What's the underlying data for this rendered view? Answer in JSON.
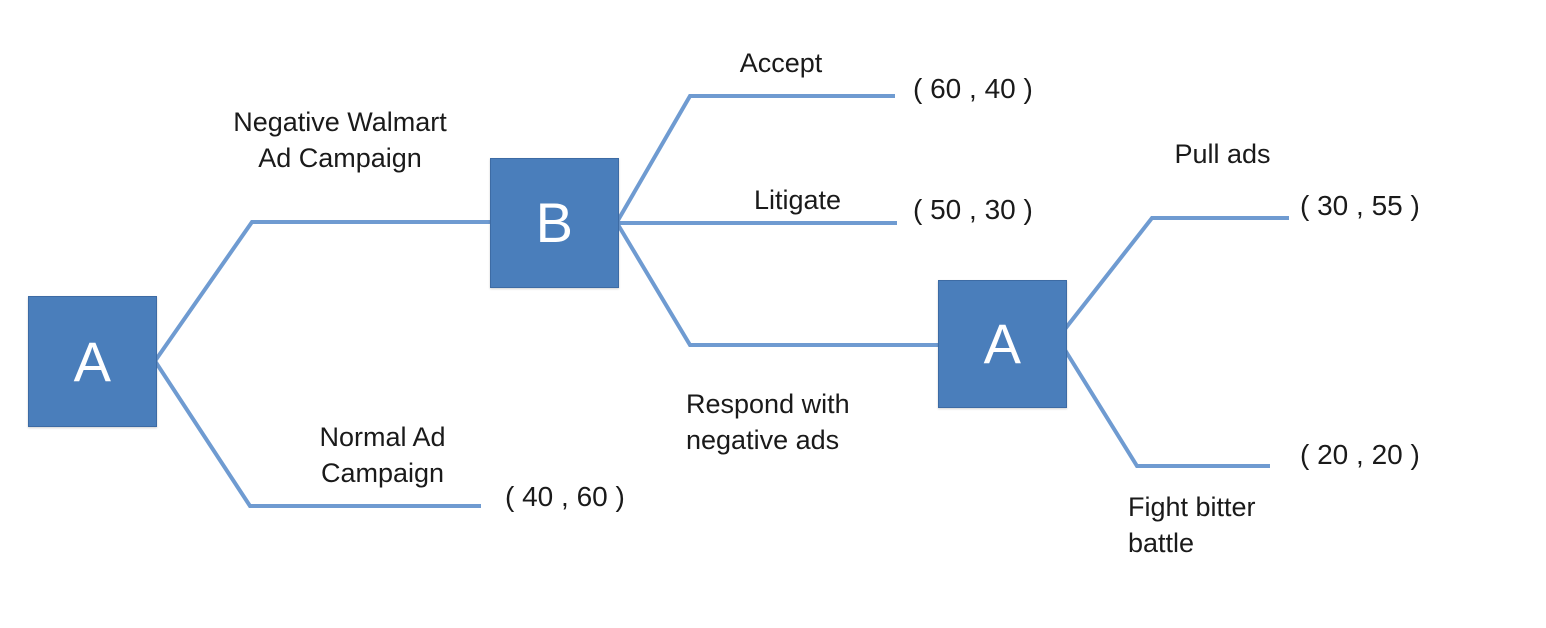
{
  "diagram": {
    "title": "Walmart advertising game extensive-form decision tree",
    "type": "decision-tree",
    "colors": {
      "node_fill": "#4a7ebb",
      "node_border": "#3d6ba4",
      "node_text": "#ffffff",
      "edge_line": "#6f9bd1",
      "label_text": "#1a1a1a",
      "background": "#ffffff"
    }
  },
  "nodes": [
    {
      "id": "a1",
      "label": "A",
      "player": "A"
    },
    {
      "id": "b1",
      "label": "B",
      "player": "B"
    },
    {
      "id": "a2",
      "label": "A",
      "player": "A"
    }
  ],
  "edges": [
    {
      "id": "e1",
      "from": "a1",
      "to": "b1",
      "label": "Negative Walmart\nAd Campaign"
    },
    {
      "id": "e2",
      "from": "a1",
      "to": "t1",
      "label": "Normal Ad\nCampaign"
    },
    {
      "id": "e3",
      "from": "b1",
      "to": "t2",
      "label": "Accept"
    },
    {
      "id": "e4",
      "from": "b1",
      "to": "t3",
      "label": "Litigate"
    },
    {
      "id": "e5",
      "from": "b1",
      "to": "a2",
      "label": "Respond with\nnegative ads"
    },
    {
      "id": "e6",
      "from": "a2",
      "to": "t4",
      "label": "Pull ads"
    },
    {
      "id": "e7",
      "from": "a2",
      "to": "t5",
      "label": "Fight bitter\nbattle"
    }
  ],
  "payoffs": [
    {
      "id": "t2",
      "text": "( 60 , 40 )",
      "a": 60,
      "b": 40
    },
    {
      "id": "t3",
      "text": "( 50 , 30 )",
      "a": 50,
      "b": 30
    },
    {
      "id": "t1",
      "text": "( 40 , 60 )",
      "a": 40,
      "b": 60
    },
    {
      "id": "t4",
      "text": "( 30 , 55 )",
      "a": 30,
      "b": 55
    },
    {
      "id": "t5",
      "text": "( 20 , 20 )",
      "a": 20,
      "b": 20
    }
  ]
}
